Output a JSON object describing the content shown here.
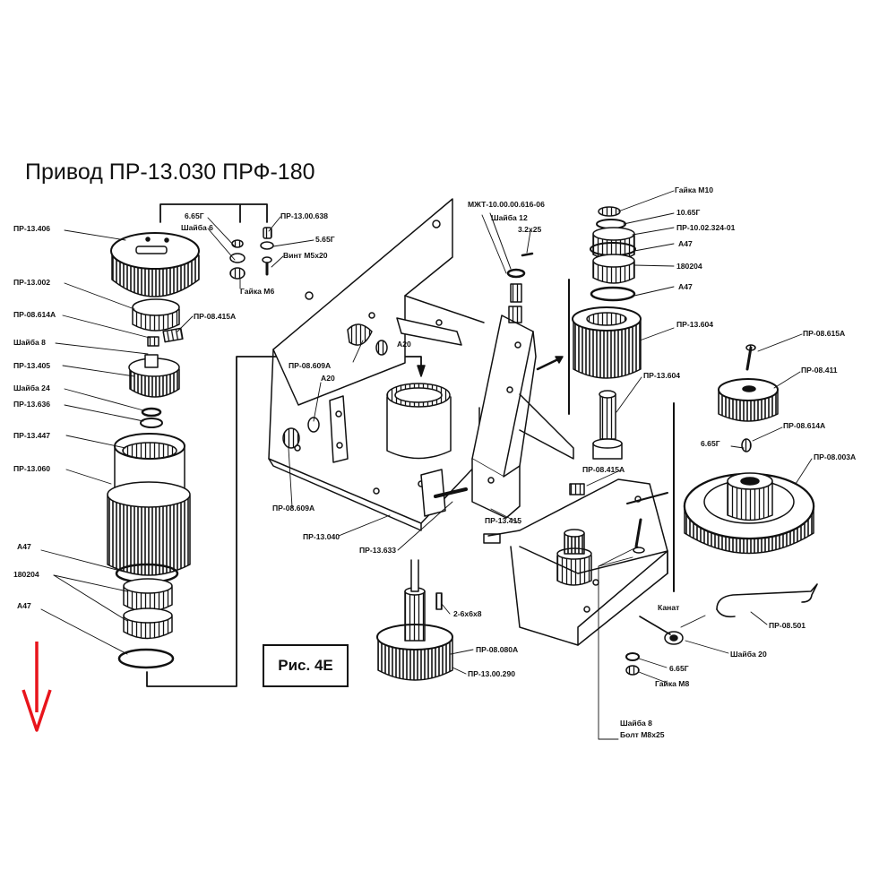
{
  "title": "Привод ПР-13.030 ПРФ-180",
  "figure_label": "Рис. 4Е",
  "colors": {
    "ink": "#111111",
    "arrow": "#e8151c",
    "paper": "#ffffff"
  },
  "labels": {
    "l01": "ПР-13.406",
    "l02": "ПР-13.002",
    "l03": "ПР-08.614А",
    "l04": "Шайба 8",
    "l05": "ПР-13.405",
    "l06": "Шайба 24",
    "l07": "ПР-13.636",
    "l08": "ПР-13.447",
    "l09": "ПР-13.060",
    "l10": "А47",
    "l11": "180204",
    "l12": "А47",
    "l13": "6.65Г",
    "l14": "Шайба 6",
    "l15": "ПР-13.00.638",
    "l16": "5.65Г",
    "l17": "Винт М5х20",
    "l18": "Гайка М6",
    "l19": "ПР-08.415А",
    "l20": "А20",
    "l21": "ПР-08.609А",
    "l22": "А20",
    "l23": "ПР-08.609А",
    "l24": "ПР-13.040",
    "l25": "ПР-13.633",
    "l26": "ПР-13.415",
    "l27": "МЖТ-10.00.00.616-06",
    "l28": "Шайба 12",
    "l29": "3.2х25",
    "l30": "Гайка М10",
    "l31": "10.65Г",
    "l32": "ПР-10.02.324-01",
    "l33": "А47",
    "l34": "180204",
    "l35": "А47",
    "l36": "ПР-13.604",
    "l37": "ПР-13.604",
    "l38": "ПР-08.415А",
    "l39": "ПР-08.615А",
    "l40": "ПР-08.411",
    "l41": "ПР-08.614А",
    "l42": "6.65Г",
    "l43": "ПР-08.003А",
    "l44": "Канат",
    "l45": "ПР-08.501",
    "l46": "Шайба 20",
    "l47": "6.65Г",
    "l48": "Гайка М8",
    "l49": "Шайба 8",
    "l50": "Болт М8х25",
    "l51": "2-6х6х8",
    "l52": "ПР-08.080А",
    "l53": "ПР-13.00.290"
  }
}
